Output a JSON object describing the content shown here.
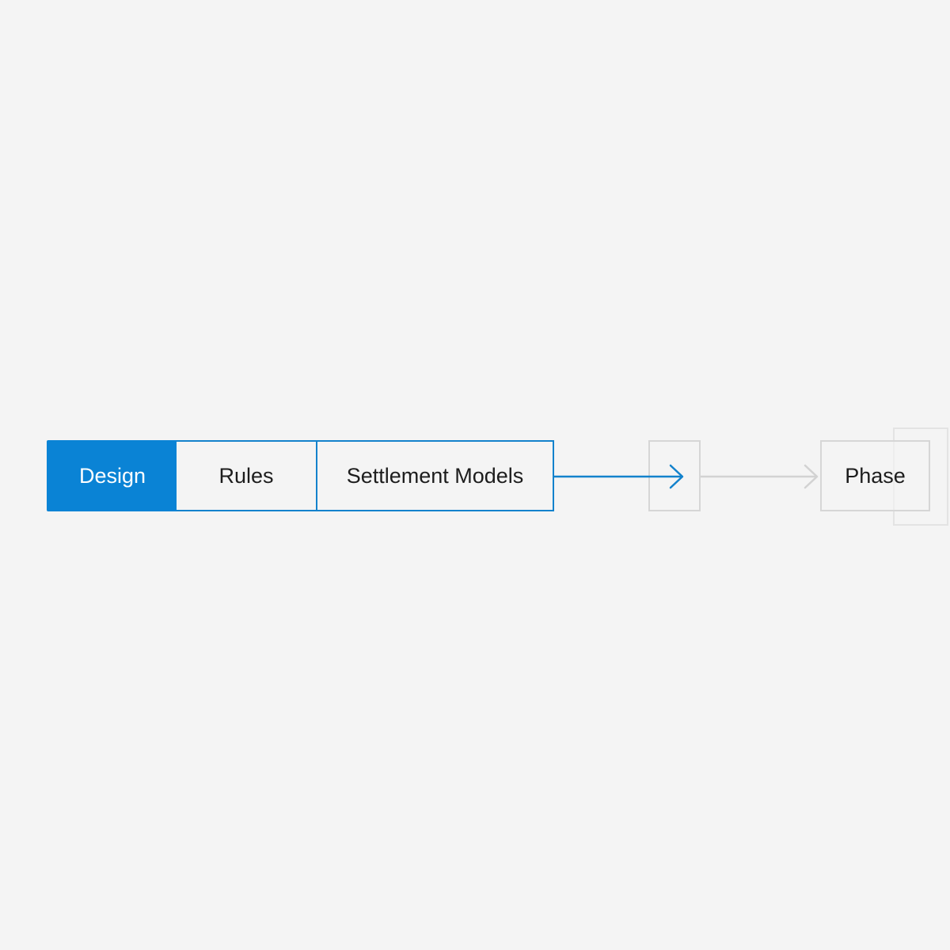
{
  "flow": {
    "steps": [
      {
        "label": "Design",
        "state": "active"
      },
      {
        "label": "Rules",
        "state": "default"
      },
      {
        "label": "Settlement Models",
        "state": "default"
      }
    ],
    "next_phase": {
      "label": "Phase",
      "state": "inactive"
    }
  },
  "colors": {
    "accent": "#0a83d5",
    "accent_border": "#1382cc",
    "inactive_border": "#d6d6d6",
    "background": "#f4f4f4",
    "text": "#1d1d1d"
  },
  "icons": [
    "arrow-right-icon",
    "chevron-right-icon"
  ]
}
